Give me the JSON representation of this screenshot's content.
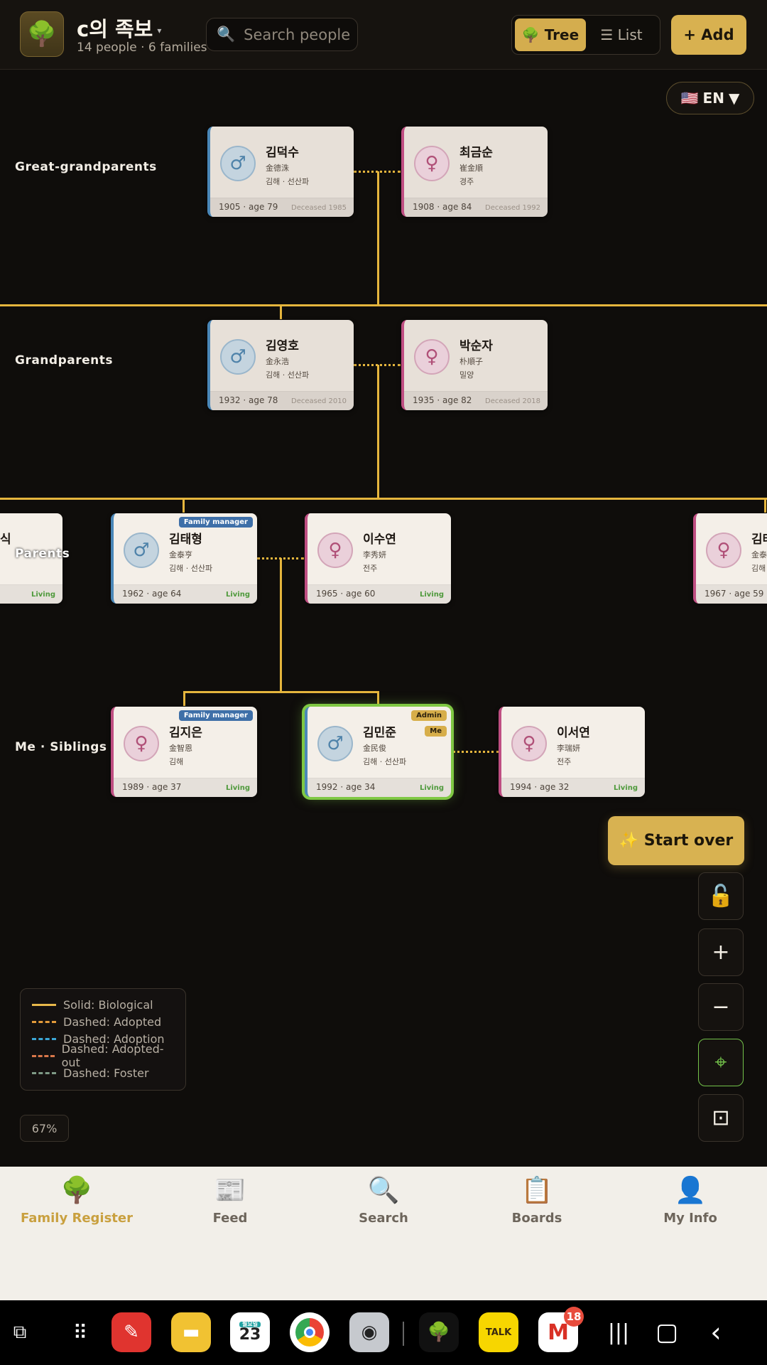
{
  "header": {
    "logo_icon": "tree-icon",
    "title": "c의 족보",
    "subtitle": "14 people · 6 families",
    "search_placeholder": "Search people",
    "view_tabs": [
      {
        "label": "Tree",
        "icon": "🌳",
        "active": true
      },
      {
        "label": "List",
        "icon": "☰",
        "active": false
      }
    ],
    "add_label": "+ Add"
  },
  "language": {
    "flag": "🇺🇸",
    "label": "EN"
  },
  "generations": {
    "great_grandparents": "Great-grandparents",
    "grandparents": "Grandparents",
    "parents": "Parents",
    "me_siblings": "Me · Siblings"
  },
  "people": {
    "p1": {
      "name": "김덕수",
      "hanja": "金德洙",
      "clan": "김해 · 선산파",
      "years": "1905 · age 79",
      "status": "Deceased 1985",
      "sex": "male"
    },
    "p2": {
      "name": "최금순",
      "hanja": "崔金順",
      "clan": "경주",
      "years": "1908 · age 84",
      "status": "Deceased 1992",
      "sex": "female"
    },
    "p3": {
      "name": "김영호",
      "hanja": "金永浩",
      "clan": "김해 · 선산파",
      "years": "1932 · age 78",
      "status": "Deceased 2010",
      "sex": "male"
    },
    "p4": {
      "name": "박순자",
      "hanja": "朴順子",
      "clan": "밀양",
      "years": "1935 · age 82",
      "status": "Deceased 2018",
      "sex": "female"
    },
    "p5": {
      "name": "식",
      "status": "Living"
    },
    "p6": {
      "name": "김태형",
      "hanja": "金泰亨",
      "clan": "김해 · 선산파",
      "years": "1962 · age 64",
      "status": "Living",
      "badge": "Family manager",
      "sex": "male"
    },
    "p7": {
      "name": "이수연",
      "hanja": "李秀妍",
      "clan": "전주",
      "years": "1965 · age 60",
      "status": "Living",
      "sex": "female"
    },
    "p8": {
      "name": "김태",
      "hanja": "金泰",
      "clan": "김해",
      "years": "1967 · age 59",
      "sex": "female"
    },
    "p9": {
      "name": "김지은",
      "hanja": "金智恩",
      "clan": "김해",
      "years": "1989 · age 37",
      "status": "Living",
      "badge": "Family manager",
      "sex": "female"
    },
    "p10": {
      "name": "김민준",
      "hanja": "金民俊",
      "clan": "김해 · 선산파",
      "years": "1992 · age 34",
      "status": "Living",
      "badges": [
        "Admin",
        "Me"
      ],
      "sex": "male"
    },
    "p11": {
      "name": "이서연",
      "hanja": "李瑞妍",
      "clan": "전주",
      "years": "1994 · age 32",
      "status": "Living",
      "sex": "female"
    }
  },
  "actions": {
    "start_over": "✨ Start over"
  },
  "controls": {
    "lock_icon": "🔓",
    "zoom_in": "+",
    "zoom_out": "−",
    "locate_icon": "⌖",
    "fit_icon": "⊡"
  },
  "legend": [
    {
      "label": "Solid: Biological",
      "color": "#e8b84a",
      "style": "solid"
    },
    {
      "label": "Dashed: Adopted",
      "color": "#e29a3a",
      "style": "dashed"
    },
    {
      "label": "Dashed: Adoption",
      "color": "#3ba6d6",
      "style": "dashed"
    },
    {
      "label": "Dashed: Adopted-out",
      "color": "#d9774a",
      "style": "dashed"
    },
    {
      "label": "Dashed: Foster",
      "color": "#7e9a86",
      "style": "dashed"
    }
  ],
  "zoom_level": "67%",
  "tabs": [
    {
      "label": "Family Register",
      "icon": "🌳",
      "active": true
    },
    {
      "label": "Feed",
      "icon": "📰",
      "active": false
    },
    {
      "label": "Search",
      "icon": "🔍",
      "active": false
    },
    {
      "label": "Boards",
      "icon": "📋",
      "active": false
    },
    {
      "label": "My Info",
      "icon": "👤",
      "active": false
    }
  ],
  "system_nav": {
    "calendar_day": "23",
    "calendar_weekday": "월요일",
    "kakao_label": "TALK",
    "gmail_count": "18"
  },
  "colors": {
    "accent": "#d8b150",
    "line": "#e5b53d",
    "me_highlight": "#7fc843",
    "background": "#0f0d0b"
  }
}
